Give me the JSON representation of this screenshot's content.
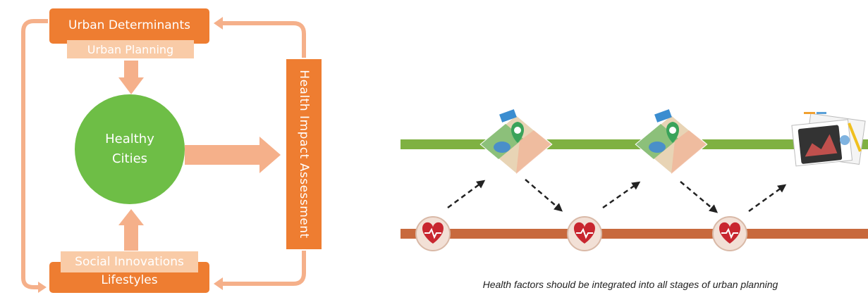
{
  "cycle": {
    "urban_determinants": "Urban Determinants",
    "urban_planning": "Urban Planning",
    "healthy_line1": "Healthy",
    "healthy_line2": "Cities",
    "health_impact_assessment": "Health Impact Assessment",
    "social_innovations": "Social Innovations",
    "lifestyles": "Lifestyles"
  },
  "timeline": {
    "planning_line_color": "#7fb142",
    "health_line_color": "#c8693d",
    "map_icons": [
      "map-pin-icon",
      "map-pin-icon"
    ],
    "heart_icons": [
      "heartbeat-icon",
      "heartbeat-icon",
      "heartbeat-icon"
    ],
    "report_icon": "report-documents-icon",
    "caption": "Health factors should be integrated into all stages of urban planning"
  },
  "colors": {
    "orange": "#ee7d31",
    "light_orange": "#f9cba7",
    "green": "#6ebe46"
  }
}
